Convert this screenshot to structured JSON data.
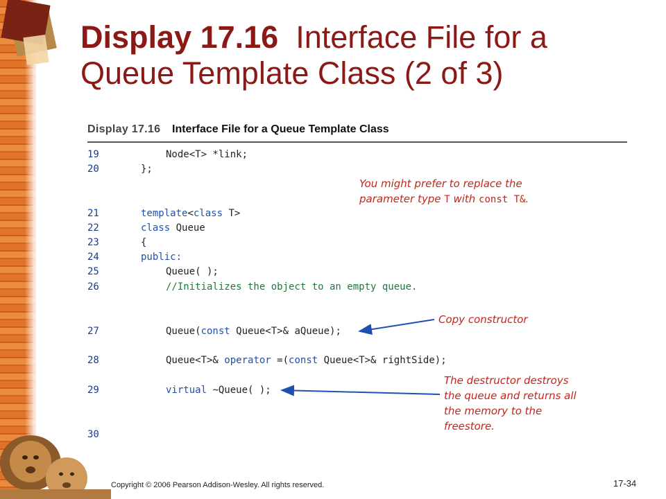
{
  "title": {
    "display_number": "Display 17.16",
    "text": "Interface File for a Queue Template Class (2 of 3)"
  },
  "display_header": {
    "label": "Display 17.16",
    "caption": "Interface File for a Queue Template Class"
  },
  "code_lines": [
    {
      "num": "19",
      "indent": 3,
      "parts": [
        {
          "t": "Node<T> *link;",
          "k": "plain"
        }
      ]
    },
    {
      "num": "20",
      "indent": 2,
      "parts": [
        {
          "t": "};",
          "k": "plain"
        }
      ]
    },
    {
      "num": "21",
      "indent": 2,
      "parts": [
        {
          "t": "template",
          "k": "kw"
        },
        {
          "t": "<",
          "k": "plain"
        },
        {
          "t": "class",
          "k": "kw"
        },
        {
          "t": " T>",
          "k": "plain"
        }
      ]
    },
    {
      "num": "22",
      "indent": 2,
      "parts": [
        {
          "t": "class",
          "k": "kw"
        },
        {
          "t": " Queue",
          "k": "plain"
        }
      ]
    },
    {
      "num": "23",
      "indent": 2,
      "parts": [
        {
          "t": "{",
          "k": "plain"
        }
      ]
    },
    {
      "num": "24",
      "indent": 2,
      "parts": [
        {
          "t": "public:",
          "k": "kw"
        }
      ]
    },
    {
      "num": "25",
      "indent": 3,
      "parts": [
        {
          "t": "Queue( );",
          "k": "plain"
        }
      ]
    },
    {
      "num": "26",
      "indent": 3,
      "parts": [
        {
          "t": "//Initializes the object to an empty queue.",
          "k": "cm"
        }
      ]
    },
    {
      "num": "27",
      "indent": 3,
      "parts": [
        {
          "t": "Queue(",
          "k": "plain"
        },
        {
          "t": "const",
          "k": "kw"
        },
        {
          "t": " Queue<T>& aQueue);",
          "k": "plain"
        }
      ]
    },
    {
      "num": "28",
      "indent": 3,
      "parts": [
        {
          "t": "Queue<T>& ",
          "k": "plain"
        },
        {
          "t": "operator",
          "k": "kw"
        },
        {
          "t": " =(",
          "k": "plain"
        },
        {
          "t": "const",
          "k": "kw"
        },
        {
          "t": " Queue<T>& rightSide);",
          "k": "plain"
        }
      ]
    },
    {
      "num": "29",
      "indent": 3,
      "parts": [
        {
          "t": "virtual",
          "k": "kw"
        },
        {
          "t": " ~Queue( );",
          "k": "plain"
        }
      ]
    },
    {
      "num": "30",
      "indent": 2,
      "parts": []
    }
  ],
  "annotations": {
    "param_line1": "You might prefer to replace the",
    "param_line2_a": "parameter type ",
    "param_line2_b": "T",
    "param_line2_c": " with ",
    "param_line2_d": "const T&",
    "param_line2_e": ".",
    "copy_constructor": "Copy constructor",
    "destructor_lines": [
      "The destructor destroys",
      "the queue and returns all",
      "the memory to the",
      "freestore."
    ]
  },
  "colors": {
    "title": "#8b1a16",
    "annotation": "#c2261c",
    "keyword": "#1f4fb0",
    "comment": "#1a7a3a",
    "arrow": "#1f4fb0"
  },
  "footer": {
    "copyright": "Copyright © 2006 Pearson Addison-Wesley. All rights reserved.",
    "slide_number": "17-34"
  }
}
